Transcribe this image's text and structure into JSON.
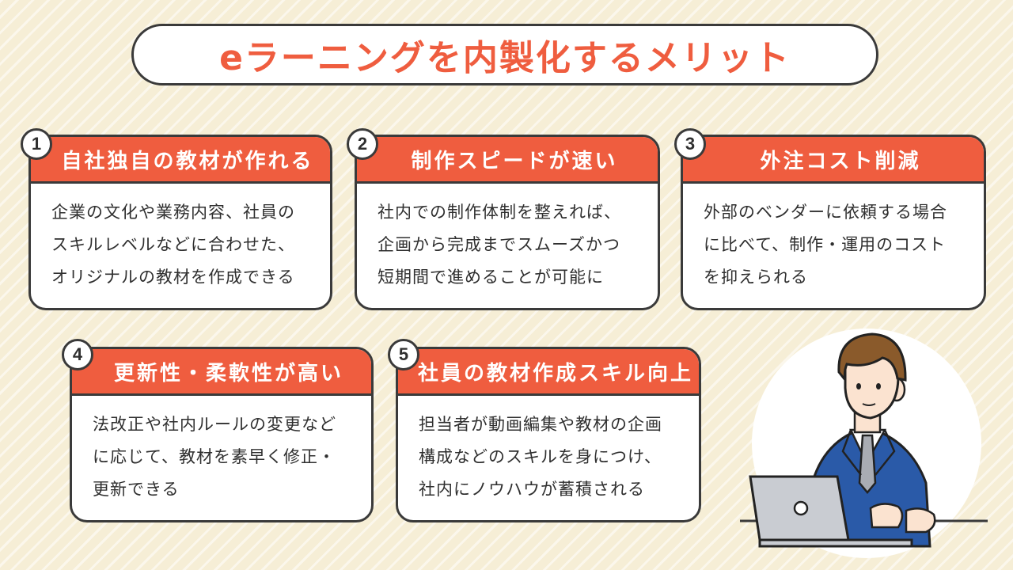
{
  "title": "eラーニングを内製化するメリット",
  "colors": {
    "accent": "#ef5d3f",
    "background": "#f6eed6",
    "border": "#3a3a3a"
  },
  "cards": [
    {
      "number": "1",
      "heading": "自社独自の教材が作れる",
      "lines": [
        "企業の文化や業務内容、社員の",
        "スキルレベルなどに合わせた、",
        "オリジナルの教材を作成できる"
      ]
    },
    {
      "number": "2",
      "heading": "制作スピードが速い",
      "lines": [
        "社内での制作体制を整えれば、",
        "企画から完成までスムーズかつ",
        "短期間で進めることが可能に"
      ]
    },
    {
      "number": "3",
      "heading": "外注コスト削減",
      "lines": [
        "外部のベンダーに依頼する場合",
        "に比べて、制作・運用のコスト",
        "を抑えられる"
      ]
    },
    {
      "number": "4",
      "heading": "更新性・柔軟性が高い",
      "lines": [
        "法改正や社内ルールの変更など",
        "に応じて、教材を素早く修正・",
        "更新できる"
      ]
    },
    {
      "number": "5",
      "heading": "社員の教材作成スキル向上",
      "lines": [
        "担当者が動画編集や教材の企画",
        "構成などのスキルを身につけ、",
        "社内にノウハウが蓄積される"
      ]
    }
  ],
  "illustration": {
    "icon": "businessman-with-laptop-icon"
  }
}
